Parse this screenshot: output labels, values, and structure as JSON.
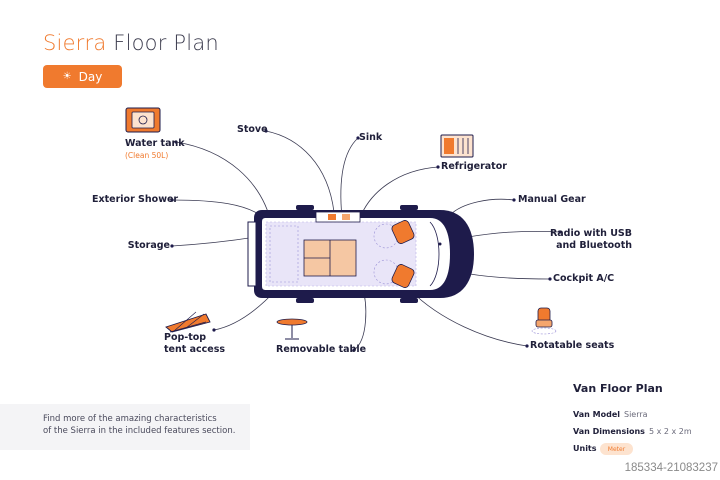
{
  "header": {
    "title_accent": "Sierra",
    "title_rest": " Floor Plan",
    "mode_button": "Day",
    "mode_icon": "sun-icon"
  },
  "labels": {
    "water_tank": "Water tank",
    "water_tank_sub": "(Clean 50L)",
    "stove": "Stove",
    "sink": "Sink",
    "refrigerator": "Refrigerator",
    "exterior_shower": "Exterior Shower",
    "manual_gear": "Manual Gear",
    "radio_line1": "Radio with USB",
    "radio_line2": "and Bluetooth",
    "storage": "Storage",
    "cockpit_ac": "Cockpit A/C",
    "poptop_line1": "Pop-top",
    "poptop_line2": "tent access",
    "removable_table": "Removable table",
    "rotatable_seats": "Rotatable seats"
  },
  "info": {
    "line1": "Find more of the amazing characteristics",
    "line2": "of the Sierra in the included features section."
  },
  "specs": {
    "title": "Van Floor Plan",
    "model_label": "Van Model",
    "model_value": "Sierra",
    "dimensions_label": "Van Dimensions",
    "dimensions_value": "5 x 2 x 2m",
    "units_label": "Units",
    "units_value": "Meter"
  },
  "watermark": "185334-21083237",
  "colors": {
    "accent": "#f07a2e",
    "van_body": "#1e1b4b",
    "interior": "#e9e5f8",
    "light_accent": "#fde3cf"
  }
}
